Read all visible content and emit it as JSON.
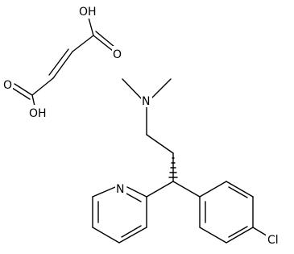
{
  "molecule": {
    "atoms": {
      "oh_top": "OH",
      "o_top": "O",
      "o_left": "O",
      "oh_left": "OH",
      "n_amine": "N",
      "n_pyridine": "N",
      "cl": "Cl"
    }
  }
}
